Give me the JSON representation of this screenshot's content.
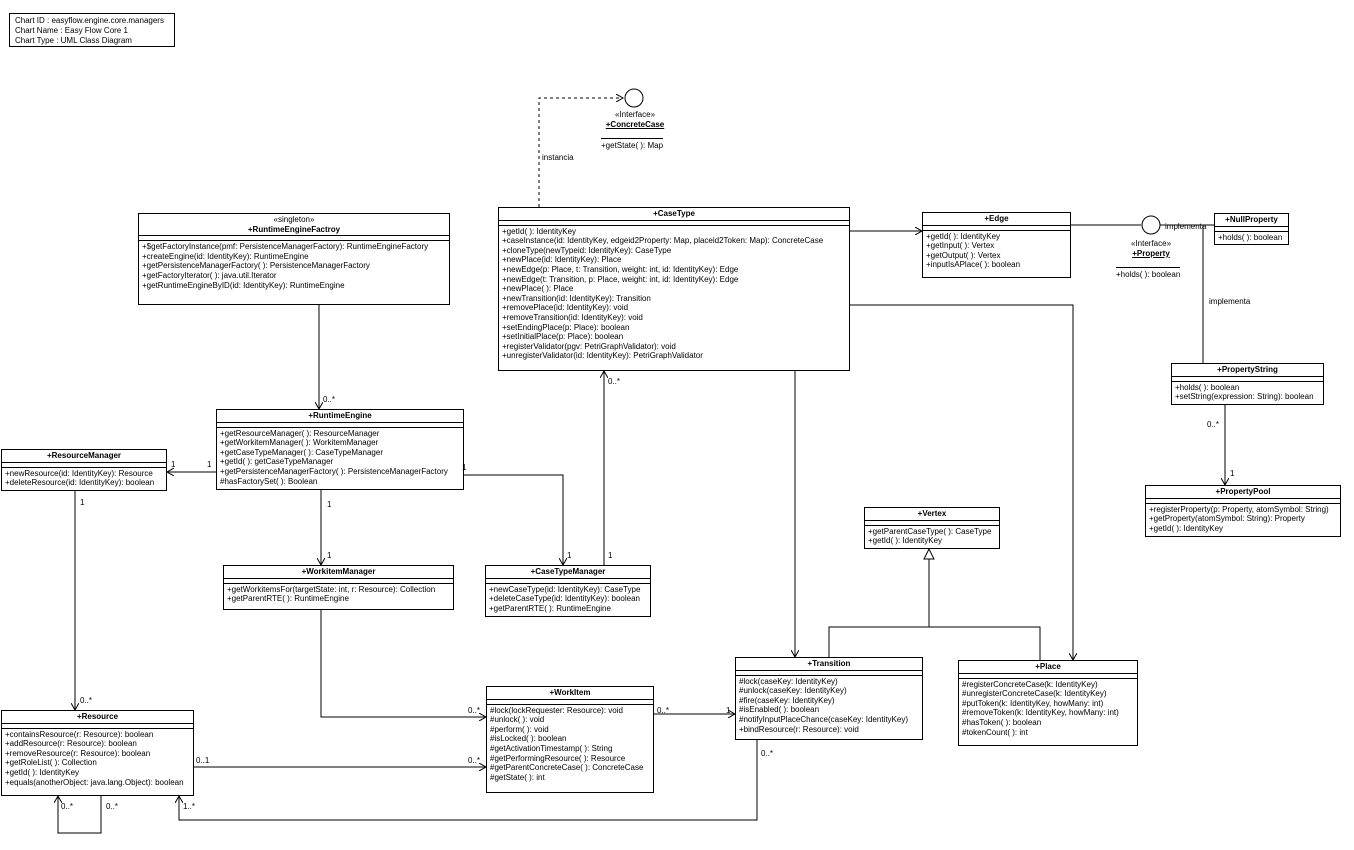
{
  "header": {
    "chart_id": "Chart ID : easyflow.engine.core.managers",
    "chart_name": "Chart Name : Easy Flow Core 1",
    "chart_type": "Chart Type : UML Class Diagram"
  },
  "classes": {
    "concrete_case": {
      "stereotype": "«Interface»",
      "name": "+ConcreteCase",
      "ops": [
        "+getState( ): Map"
      ]
    },
    "property": {
      "stereotype": "«Interface»",
      "name": "+Property",
      "ops": [
        "+holds( ): boolean"
      ]
    },
    "runtime_engine_factory": {
      "stereotype": "«singleton»",
      "name": "+RuntimeEngineFactroy",
      "ops": [
        "+$getFactoryInstance(pmf: PersistenceManagerFactory): RuntimeEngineFactory",
        "+createEngine(id: IdentityKey): RuntimeEngine",
        "+getPersistenceManagerFactory( ): PersistenceManagerFactory",
        "+getFactoryIterator( ): java.util.Iterator",
        "+getRuntimeEngineByID(id: IdentityKey): RuntimeEngine"
      ]
    },
    "case_type": {
      "name": "+CaseType",
      "ops": [
        "+getId( ): IdentityKey",
        "+caseInstance(id: IdentityKey, edgeid2Property: Map, placeid2Token: Map): ConcreteCase",
        "+cloneType(newTypeid: IdentityKey): CaseType",
        "+newPlace(id: IdentityKey): Place",
        "+newEdge(p: Place, t: Transition, weight: int, id: IdentityKey): Edge",
        "+newEdge(t: Transition, p: Place, weight: int, id: IdentityKey): Edge",
        "+newPlace( ): Place",
        "+newTransition(id: IdentityKey): Transition",
        "+removePlace(id: IdentityKey): void",
        "+removeTransition(id: IdentityKey): void",
        "+setEndingPlace(p: Place): boolean",
        "+setInitialPlace(p: Place): boolean",
        "+registerValidator(pgv: PetriGraphValidator): void",
        "+unregisterValidator(id: IdentityKey): PetriGraphValidator"
      ]
    },
    "edge": {
      "name": "+Edge",
      "ops": [
        "+getId( ): IdentityKey",
        "+getInput( ): Vertex",
        "+getOutput( ): Vertex",
        "+inputIsAPlace( ): boolean"
      ]
    },
    "null_property": {
      "name": "+NullProperty",
      "ops": [
        "+holds( ): boolean"
      ]
    },
    "property_string": {
      "name": "+PropertyString",
      "ops": [
        "+holds( ): boolean",
        "+setString(expression: String): boolean"
      ]
    },
    "property_pool": {
      "name": "+PropertyPool",
      "ops": [
        "+registerProperty(p: Property, atomSymbol: String)",
        "+getProperty(atomSymbol: String): Property",
        "+getId( ): IdentityKey"
      ]
    },
    "runtime_engine": {
      "name": "+RuntimeEngine",
      "ops": [
        "+getResourceManager( ): ResourceManager",
        "+getWorkitemManager( ): WorkitemManager",
        "+getCaseTypeManager( ): CaseTypeManager",
        "+getId( ): getCaseTypeManager",
        "+getPersistenceManagerFactory( ): PersistenceManagerFactory",
        "#hasFactorySet( ): Boolean"
      ]
    },
    "resource_manager": {
      "name": "+ResourceManager",
      "ops": [
        "+newResource(id: IdentityKey): Resource",
        "+deleteResource(id: IdentityKey): boolean"
      ]
    },
    "workitem_manager": {
      "name": "+WorkitemManager",
      "ops": [
        "+getWorkitemsFor(targetState: int, r: Resource): Collection",
        "+getParentRTE( ): RuntimeEngine"
      ]
    },
    "case_type_manager": {
      "name": "+CaseTypeManager",
      "ops": [
        "+newCaseType(id: IdentityKey): CaseType",
        "+deleteCaseType(id: IdentityKey): boolean",
        "+getParentRTE( ): RuntimeEngine"
      ]
    },
    "vertex": {
      "name": "+Vertex",
      "ops": [
        "+getParentCaseType( ): CaseType",
        "+getId( ): IdentityKey"
      ]
    },
    "transition": {
      "name": "+Transition",
      "ops": [
        "#lock(caseKey: IdentityKey)",
        "#unlock(caseKey: IdentityKey)",
        "#fire(caseKey: IdentityKey)",
        "#isEnabled( ): boolean",
        "#notifyInputPlaceChance(caseKey: IdentityKey)",
        "+bindResource(r: Resource): void"
      ]
    },
    "place": {
      "name": "+Place",
      "ops": [
        "#registerConcreteCase(k: IdentityKey)",
        "#unregisterConcreteCase(k: IdentityKey)",
        "#putToken(k: IdentityKey, howMany: int)",
        "#removeToken(k: IdentityKey, howMany: int)",
        "#hasToken( ): boolean",
        "#tokenCount( ): int"
      ]
    },
    "workitem": {
      "name": "+WorkItem",
      "ops": [
        "#lock(lockRequester: Resource): void",
        "#unlock( ): void",
        "#perform( ): void",
        "#isLocked( ): boolean",
        "#getActivationTimestamp( ): String",
        "#getPerformingResource( ): Resource",
        "#getParentConcreteCase( ): ConcreteCase",
        "#getState( ): int"
      ]
    },
    "resource": {
      "name": "+Resource",
      "ops": [
        "+containsResource(r: Resource): boolean",
        "+addResource(r: Resource): boolean",
        "+removeResource(r: Resource): boolean",
        "+getRoleList( ): Collection",
        "+getId( ): IdentityKey",
        "+equals(anotherObject: java.lang.Object): boolean"
      ]
    }
  },
  "labels": {
    "instancia": "instancia",
    "implementa_1": "implementa",
    "implementa_2": "implementa",
    "m_ref_re": "0..*",
    "m_ctm_ct": "0..*",
    "m_ps": "0..*",
    "m_pp": "1",
    "m_rm_1": "1",
    "m_re_1a": "1",
    "m_re_1b": "1",
    "m_re_down": "1",
    "m_wim_top": "1",
    "m_ctm_l": "1",
    "m_ctm_r": "1",
    "m_rm_down": "1",
    "m_res_top": "0..*",
    "m_wim_wi": "0..*",
    "m_wi_right": "0..*",
    "m_tr_left": "1",
    "m_res_01": "0..1",
    "m_wi_res": "0..*",
    "m_tr_down": "0..*",
    "m_res_self_a": "0..*",
    "m_res_self_b": "0..*",
    "m_res_1star": "1..*"
  }
}
